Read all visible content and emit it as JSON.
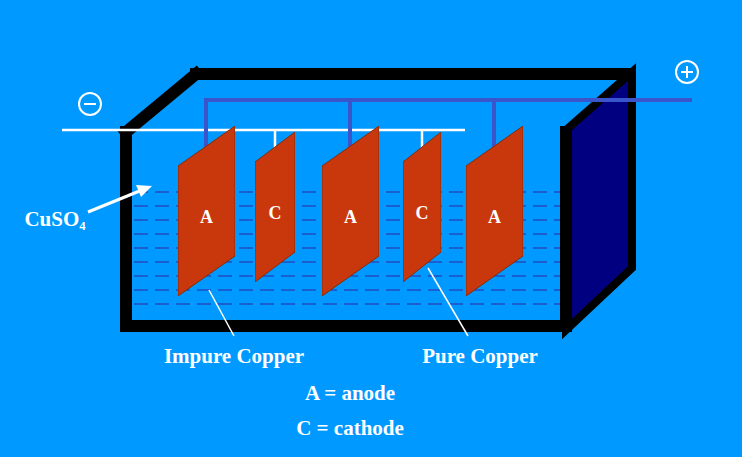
{
  "diagram": {
    "nodes": [
      {
        "text": [
          "A"
        ]
      },
      {
        "text": [
          "C"
        ]
      },
      {
        "text": [
          "A"
        ]
      },
      {
        "text": [
          "C"
        ]
      },
      {
        "text": [
          "A"
        ]
      }
    ],
    "labels": [
      "CuSO₄",
      "Impure Copper",
      "Pure Copper",
      "A = anode",
      "C = cathode"
    ]
  }
}
